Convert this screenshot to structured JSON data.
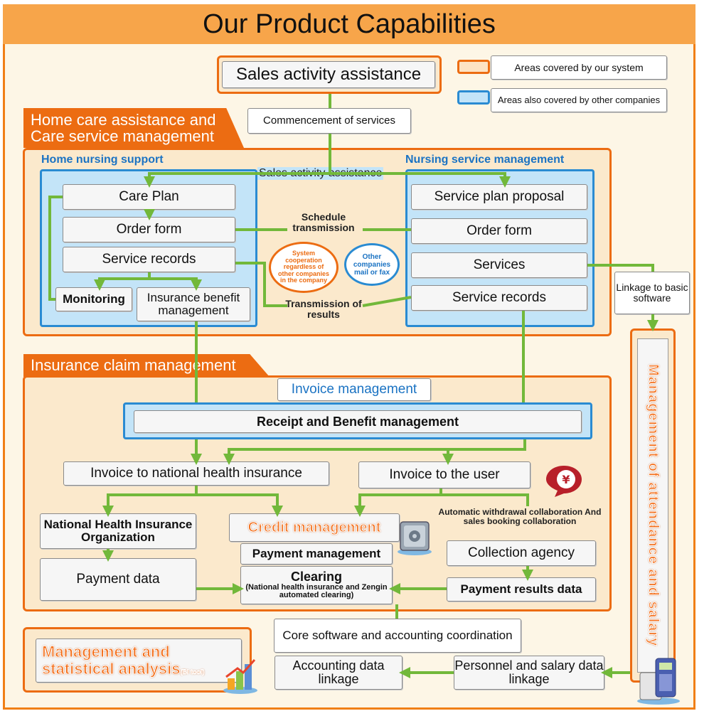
{
  "title": "Our Product Capabilities",
  "legend": {
    "ours": "Areas covered by our system",
    "others": "Areas also covered by other companies",
    "ours_color": "#ec6c12",
    "others_color": "#2a8bd2"
  },
  "top": {
    "sales": "Sales activity assistance",
    "commencement": "Commencement of services",
    "sales_label": "Sales activity assistance"
  },
  "home_care": {
    "tab_line1": "Home care assistance and",
    "tab_line2": "Care service management",
    "home_nursing": "Home nursing support",
    "nursing_mgmt": "Nursing service management",
    "care_plan": "Care Plan",
    "order_form_left": "Order form",
    "service_records_left": "Service records",
    "monitoring": "Monitoring",
    "insurance_benefit": "Insurance benefit management",
    "schedule_transmission": "Schedule transmission",
    "transmission_results": "Transmission of results",
    "bubble_orange": "System cooperation regardless of other companies in the company",
    "bubble_blue": "Other companies mail or fax",
    "service_plan": "Service plan proposal",
    "order_form_right": "Order form",
    "services": "Services",
    "service_records_right": "Service records",
    "linkage_basic": "Linkage to basic software"
  },
  "claim": {
    "tab": "Insurance claim management",
    "invoice_mgmt": "Invoice management",
    "receipt_benefit": "Receipt and Benefit management",
    "invoice_nhi": "Invoice to national health insurance",
    "invoice_user": "Invoice to the user",
    "nhi_org": "National Health Insurance Organization",
    "payment_data": "Payment data",
    "credit_mgmt": "Credit management",
    "payment_mgmt": "Payment management",
    "clearing": "Clearing",
    "clearing_sub": "(National health insurance and Zengin automated clearing)",
    "auto_withdrawal": "Automatic withdrawal collaboration And sales booking collaboration",
    "collection_agency": "Collection agency",
    "payment_results": "Payment results data"
  },
  "bottom": {
    "core_software": "Core software and accounting coordination",
    "accounting_linkage": "Accounting data linkage",
    "personnel_linkage": "Personnel and salary data linkage",
    "mgmt_stat_line1": "Management and",
    "mgmt_stat_line2": "statistical analysis",
    "bi_tool": "(BI tool)"
  },
  "side": {
    "attendance": "Management of attendance and salary"
  },
  "colors": {
    "arrow": "#72b83a",
    "orange_border": "#ec6c12",
    "blue_border": "#2a8bd2"
  }
}
